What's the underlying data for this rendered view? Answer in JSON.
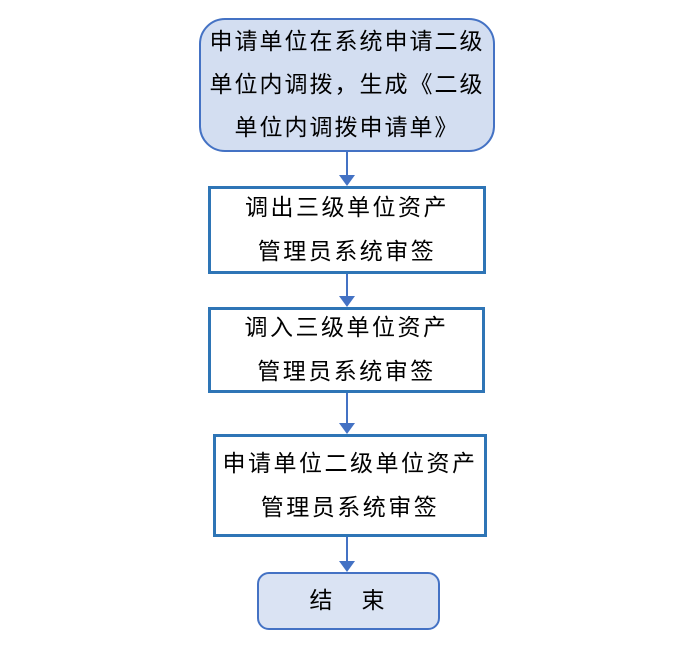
{
  "diagram": {
    "type": "flowchart",
    "direction": "top-down",
    "nodes": [
      {
        "id": "start",
        "shape": "rounded-rectangle",
        "text": "申请单位在系统申请二级单位内调拨，生成《二级单位内调拨申请单》",
        "lines": [
          "申请单位在系统申请二级",
          "单位内调拨，生成《二级",
          "单位内调拨申请单》"
        ]
      },
      {
        "id": "step-1",
        "shape": "rectangle",
        "text": "调出三级单位资产管理员系统审签",
        "lines": [
          "调出三级单位资产",
          "管理员系统审签"
        ]
      },
      {
        "id": "step-2",
        "shape": "rectangle",
        "text": "调入三级单位资产管理员系统审签",
        "lines": [
          "调入三级单位资产",
          "管理员系统审签"
        ]
      },
      {
        "id": "step-3",
        "shape": "rectangle",
        "text": "申请单位二级单位资产管理员系统审签",
        "lines": [
          "申请单位二级单位资产",
          "管理员系统审签"
        ]
      },
      {
        "id": "end",
        "shape": "rounded-rectangle",
        "text": "结　束",
        "lines": [
          "结　束"
        ]
      }
    ],
    "edges": [
      {
        "from": "start",
        "to": "step-1"
      },
      {
        "from": "step-1",
        "to": "step-2"
      },
      {
        "from": "step-2",
        "to": "step-3"
      },
      {
        "from": "step-3",
        "to": "end"
      }
    ],
    "colors": {
      "terminator_fill": "#d3def1",
      "end_fill": "#dae3f3",
      "terminator_border": "#4472c4",
      "process_border": "#2e75b6",
      "process_fill": "#ffffff",
      "arrow": "#4472c4",
      "text": "#000000",
      "background": "#ffffff"
    }
  }
}
